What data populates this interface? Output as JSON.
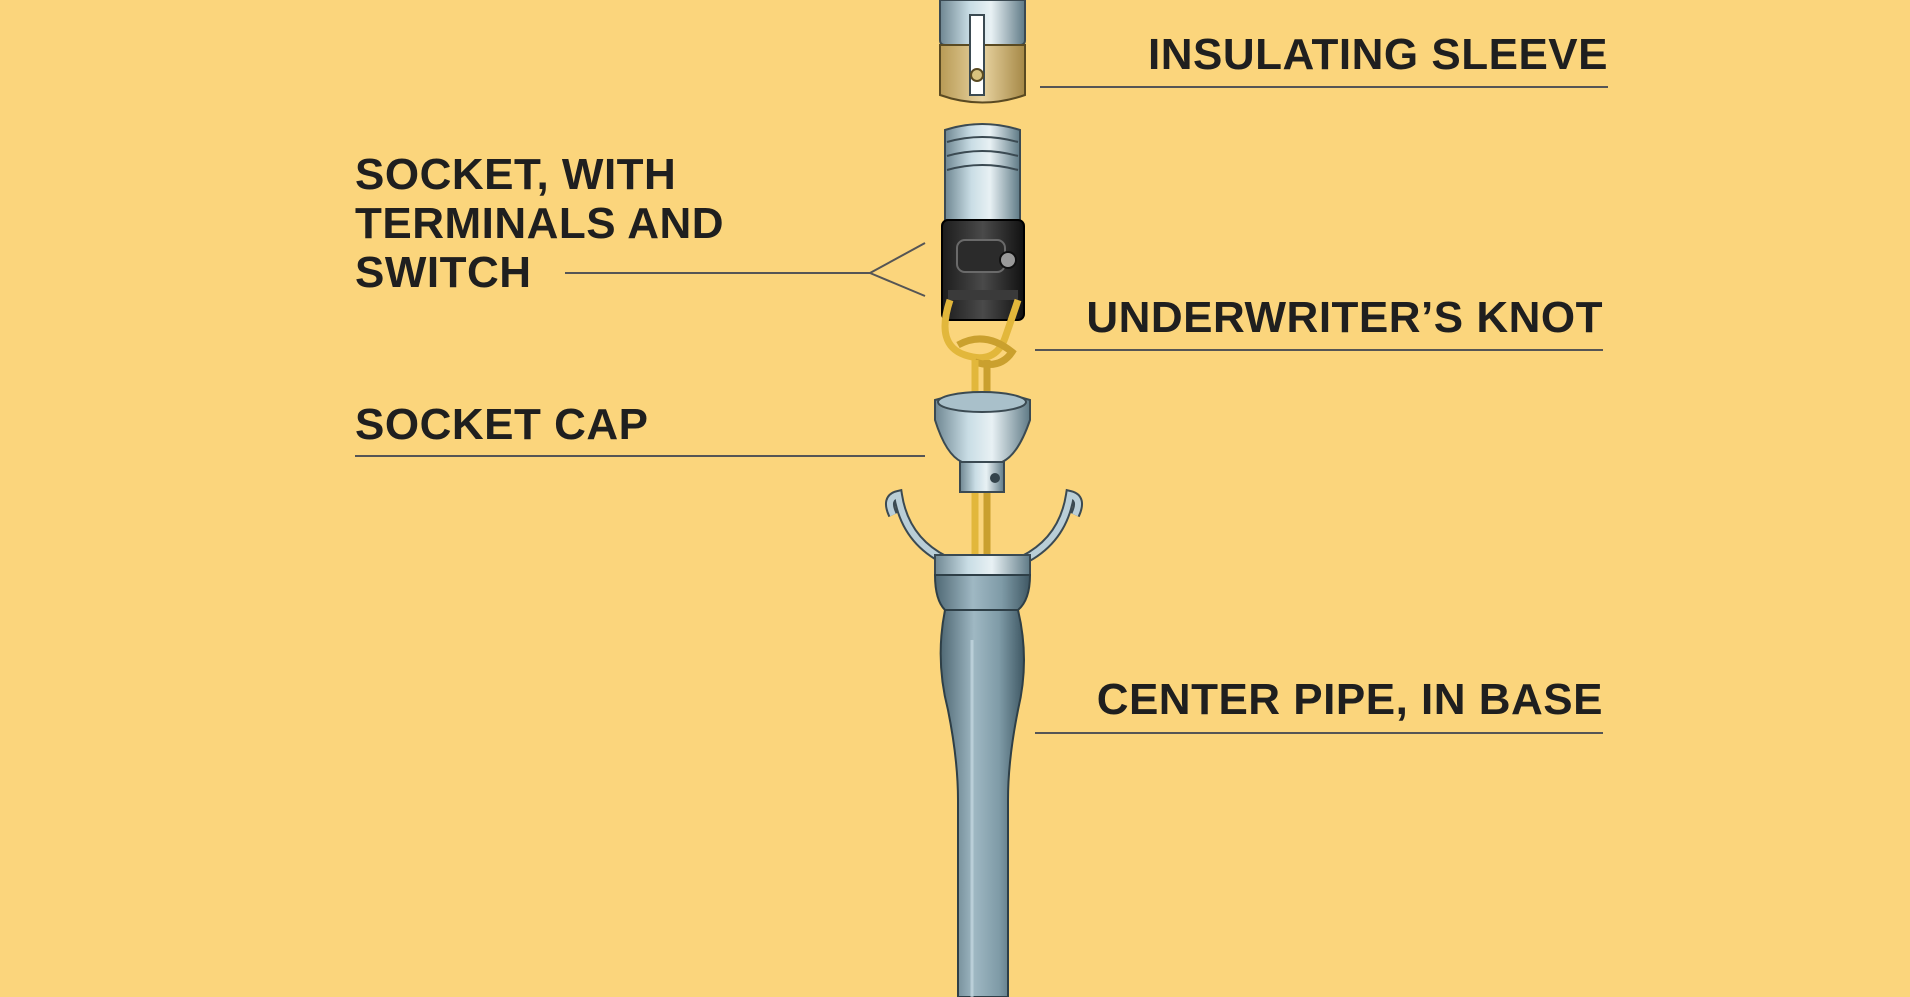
{
  "background_color": "#fbd57c",
  "labels": {
    "insulating_sleeve": "INSULATING SLEEVE",
    "socket_with_terminals": "SOCKET, WITH\nTERMINALS AND\nSWITCH",
    "underwriters_knot": "UNDERWRITER’S KNOT",
    "socket_cap": "SOCKET CAP",
    "center_pipe": "CENTER PIPE, IN BASE"
  }
}
